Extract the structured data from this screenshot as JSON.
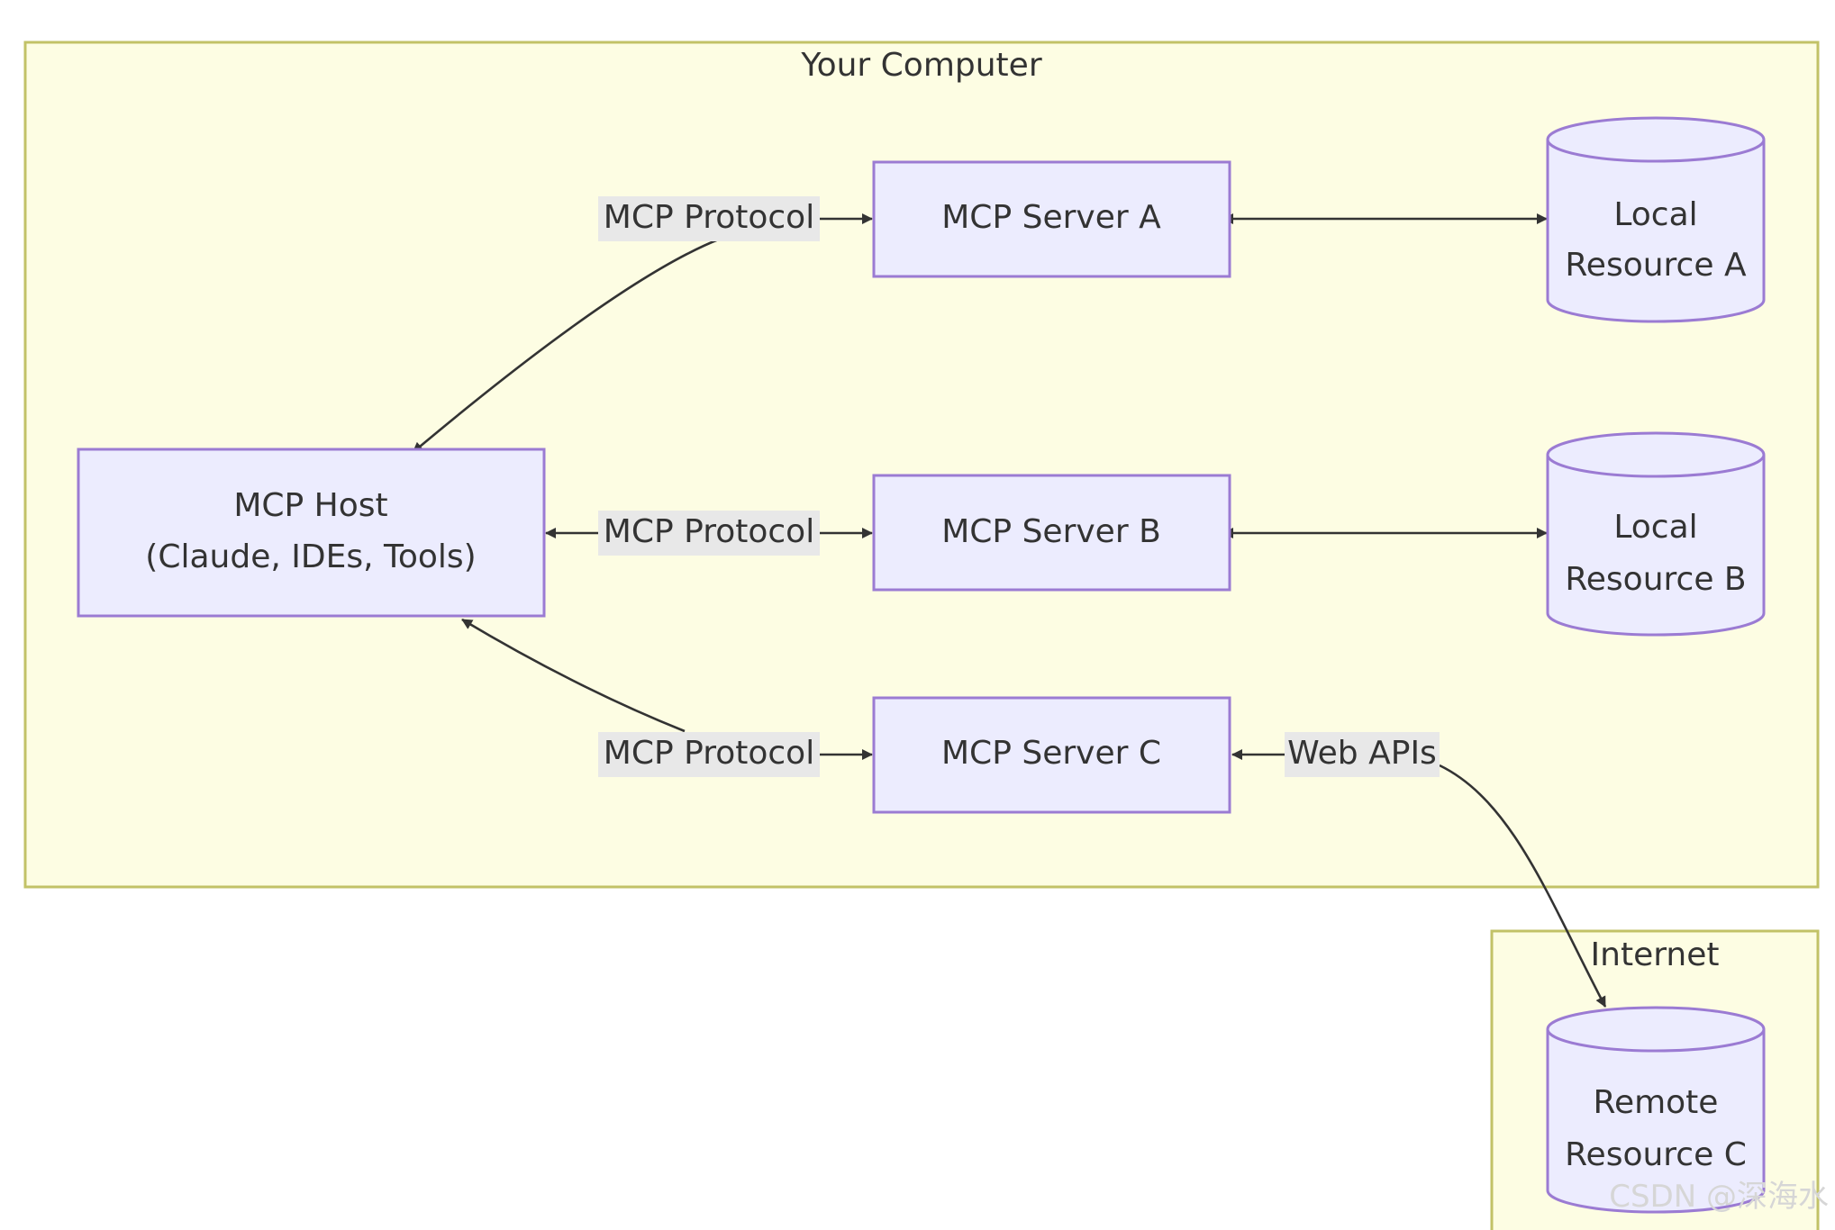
{
  "clusters": {
    "computer": {
      "label": "Your Computer"
    },
    "internet": {
      "label": "Internet"
    }
  },
  "nodes": {
    "host": {
      "line1": "MCP Host",
      "line2": "(Claude, IDEs, Tools)"
    },
    "server_a": {
      "label": "MCP Server A"
    },
    "server_b": {
      "label": "MCP Server B"
    },
    "server_c": {
      "label": "MCP Server C"
    },
    "resource_a": {
      "line1": "Local",
      "line2": "Resource A"
    },
    "resource_b": {
      "line1": "Local",
      "line2": "Resource B"
    },
    "resource_c": {
      "line1": "Remote",
      "line2": "Resource C"
    }
  },
  "edges": {
    "host_a": {
      "label": "MCP Protocol"
    },
    "host_b": {
      "label": "MCP Protocol"
    },
    "host_c": {
      "label": "MCP Protocol"
    },
    "c_remote": {
      "label": "Web APIs"
    }
  },
  "watermark": "CSDN @深海水",
  "colors": {
    "cluster_fill": "#fdfde3",
    "cluster_stroke": "#c2c267",
    "node_fill": "#ececfe",
    "node_stroke": "#9b7bd3",
    "edge": "#333333",
    "edge_label_bg": "#e8e8e8"
  }
}
